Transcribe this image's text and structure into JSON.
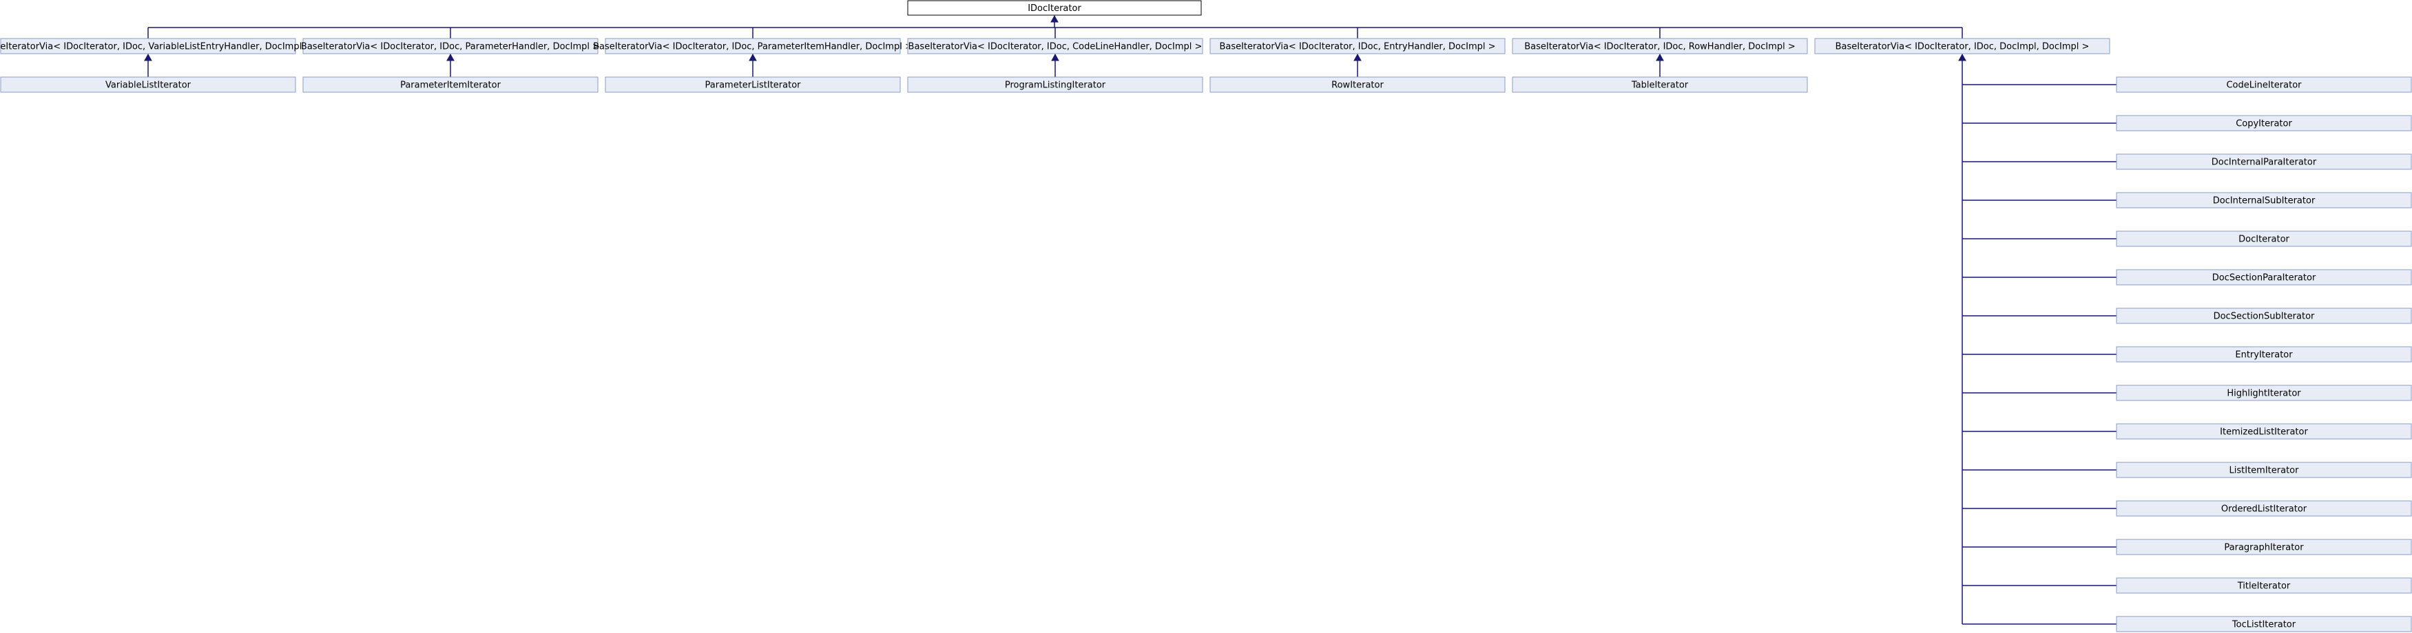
{
  "root": {
    "label": "IDocIterator"
  },
  "bases": [
    {
      "label": "BaseIteratorVia< IDocIterator, IDoc, VariableListEntryHandler, DocImpl >",
      "child": "VariableListIterator"
    },
    {
      "label": "BaseIteratorVia< IDocIterator, IDoc, ParameterHandler, DocImpl >",
      "child": "ParameterItemIterator"
    },
    {
      "label": "BaseIteratorVia< IDocIterator, IDoc, ParameterItemHandler, DocImpl >",
      "child": "ParameterListIterator"
    },
    {
      "label": "BaseIteratorVia< IDocIterator, IDoc, CodeLineHandler, DocImpl >",
      "child": "ProgramListingIterator"
    },
    {
      "label": "BaseIteratorVia< IDocIterator, IDoc, EntryHandler, DocImpl >",
      "child": "RowIterator"
    },
    {
      "label": "BaseIteratorVia< IDocIterator, IDoc, RowHandler, DocImpl >",
      "child": "TableIterator"
    },
    {
      "label": "BaseIteratorVia< IDocIterator, IDoc, DocImpl, DocImpl >",
      "child": ""
    }
  ],
  "derived_of_last_base": [
    "CodeLineIterator",
    "CopyIterator",
    "DocInternalParaIterator",
    "DocInternalSubIterator",
    "DocIterator",
    "DocSectionParaIterator",
    "DocSectionSubIterator",
    "EntryIterator",
    "HighlightIterator",
    "ItemizedListIterator",
    "ListItemIterator",
    "OrderedListIterator",
    "ParagraphIterator",
    "TitleIterator",
    "TocListIterator"
  ],
  "colors": {
    "edge": "#191970",
    "node_fill": "#e8ecf6",
    "node_border": "#8a9bc4",
    "root_fill": "#ffffff",
    "root_border": "#000000"
  }
}
